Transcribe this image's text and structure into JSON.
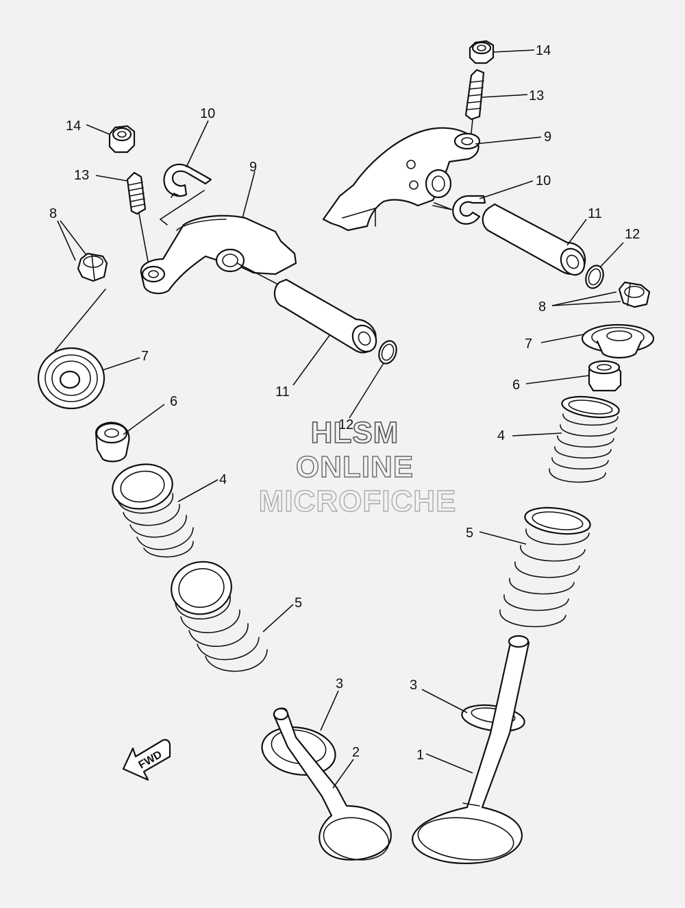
{
  "watermark": {
    "line1": "HLSM",
    "line2": "ONLINE",
    "line3": "MICROFICHE"
  },
  "direction_marker": "FWD",
  "callouts": {
    "c1": "1",
    "c2": "2",
    "c3a": "3",
    "c3b": "3",
    "c4a": "4",
    "c4b": "4",
    "c5a": "5",
    "c5b": "5",
    "c6a": "6",
    "c6b": "6",
    "c7a": "7",
    "c7b": "7",
    "c8a": "8",
    "c8b": "8",
    "c9a": "9",
    "c9b": "9",
    "c10a": "10",
    "c10b": "10",
    "c11a": "11",
    "c11b": "11",
    "c12a": "12",
    "c12b": "12",
    "c13a": "13",
    "c13b": "13",
    "c14a": "14",
    "c14b": "14"
  },
  "icons": {
    "direction": "fwd-arrow-icon"
  }
}
